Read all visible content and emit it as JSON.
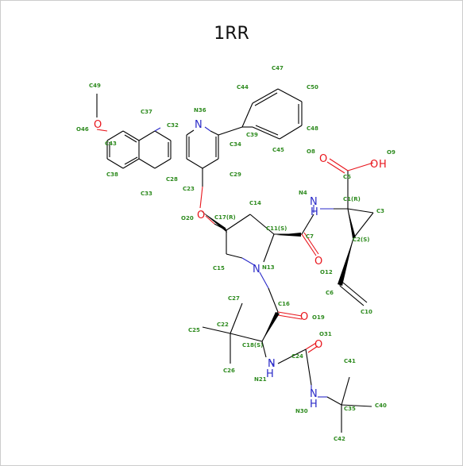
{
  "title": "1RR",
  "colors": {
    "carbon_label": "#2e8b1f",
    "oxygen": "#e8141b",
    "nitrogen": "#2a2ac8",
    "bond": "#000000"
  },
  "atoms": {
    "N36": "N",
    "N4": "N",
    "N13": "N",
    "N21": "N",
    "N30": "N",
    "O46": "O",
    "O20": "O",
    "O8": "O",
    "O9": "O",
    "O12": "O",
    "O19": "O",
    "O31": "O",
    "H4": "H",
    "H9": "H",
    "H21": "H",
    "H30": "H"
  },
  "labels": {
    "C49": "C49",
    "C47": "C47",
    "C44": "C44",
    "C50": "C50",
    "N36": "N36",
    "C37": "C37",
    "O46": "O46",
    "C43": "C43",
    "C32": "C32",
    "C34": "C34",
    "C39": "C39",
    "C48": "C48",
    "C45": "C45",
    "O8": "O8",
    "O9": "O9",
    "C38": "C38",
    "C28": "C28",
    "C29": "C29",
    "C5": "C5",
    "C33": "C33",
    "C23": "C23",
    "N4": "N4",
    "C1R": "C1(R)",
    "C14": "C14",
    "C3": "C3",
    "O20": "O20",
    "C17R": "C17(R)",
    "C11S": "C11(S)",
    "C7": "C7",
    "C2S": "C2(S)",
    "C15": "C15",
    "N13": "N13",
    "O12": "O12",
    "C6": "C6",
    "C10": "C10",
    "C27": "C27",
    "C16": "C16",
    "O19": "O19",
    "C25": "C25",
    "C22": "C22",
    "O31": "O31",
    "C18S": "C18(S)",
    "C26": "C26",
    "C24": "C24",
    "C41": "C41",
    "N21": "N21",
    "C40": "C40",
    "C35": "C35",
    "N30": "N30",
    "C42": "C42"
  }
}
